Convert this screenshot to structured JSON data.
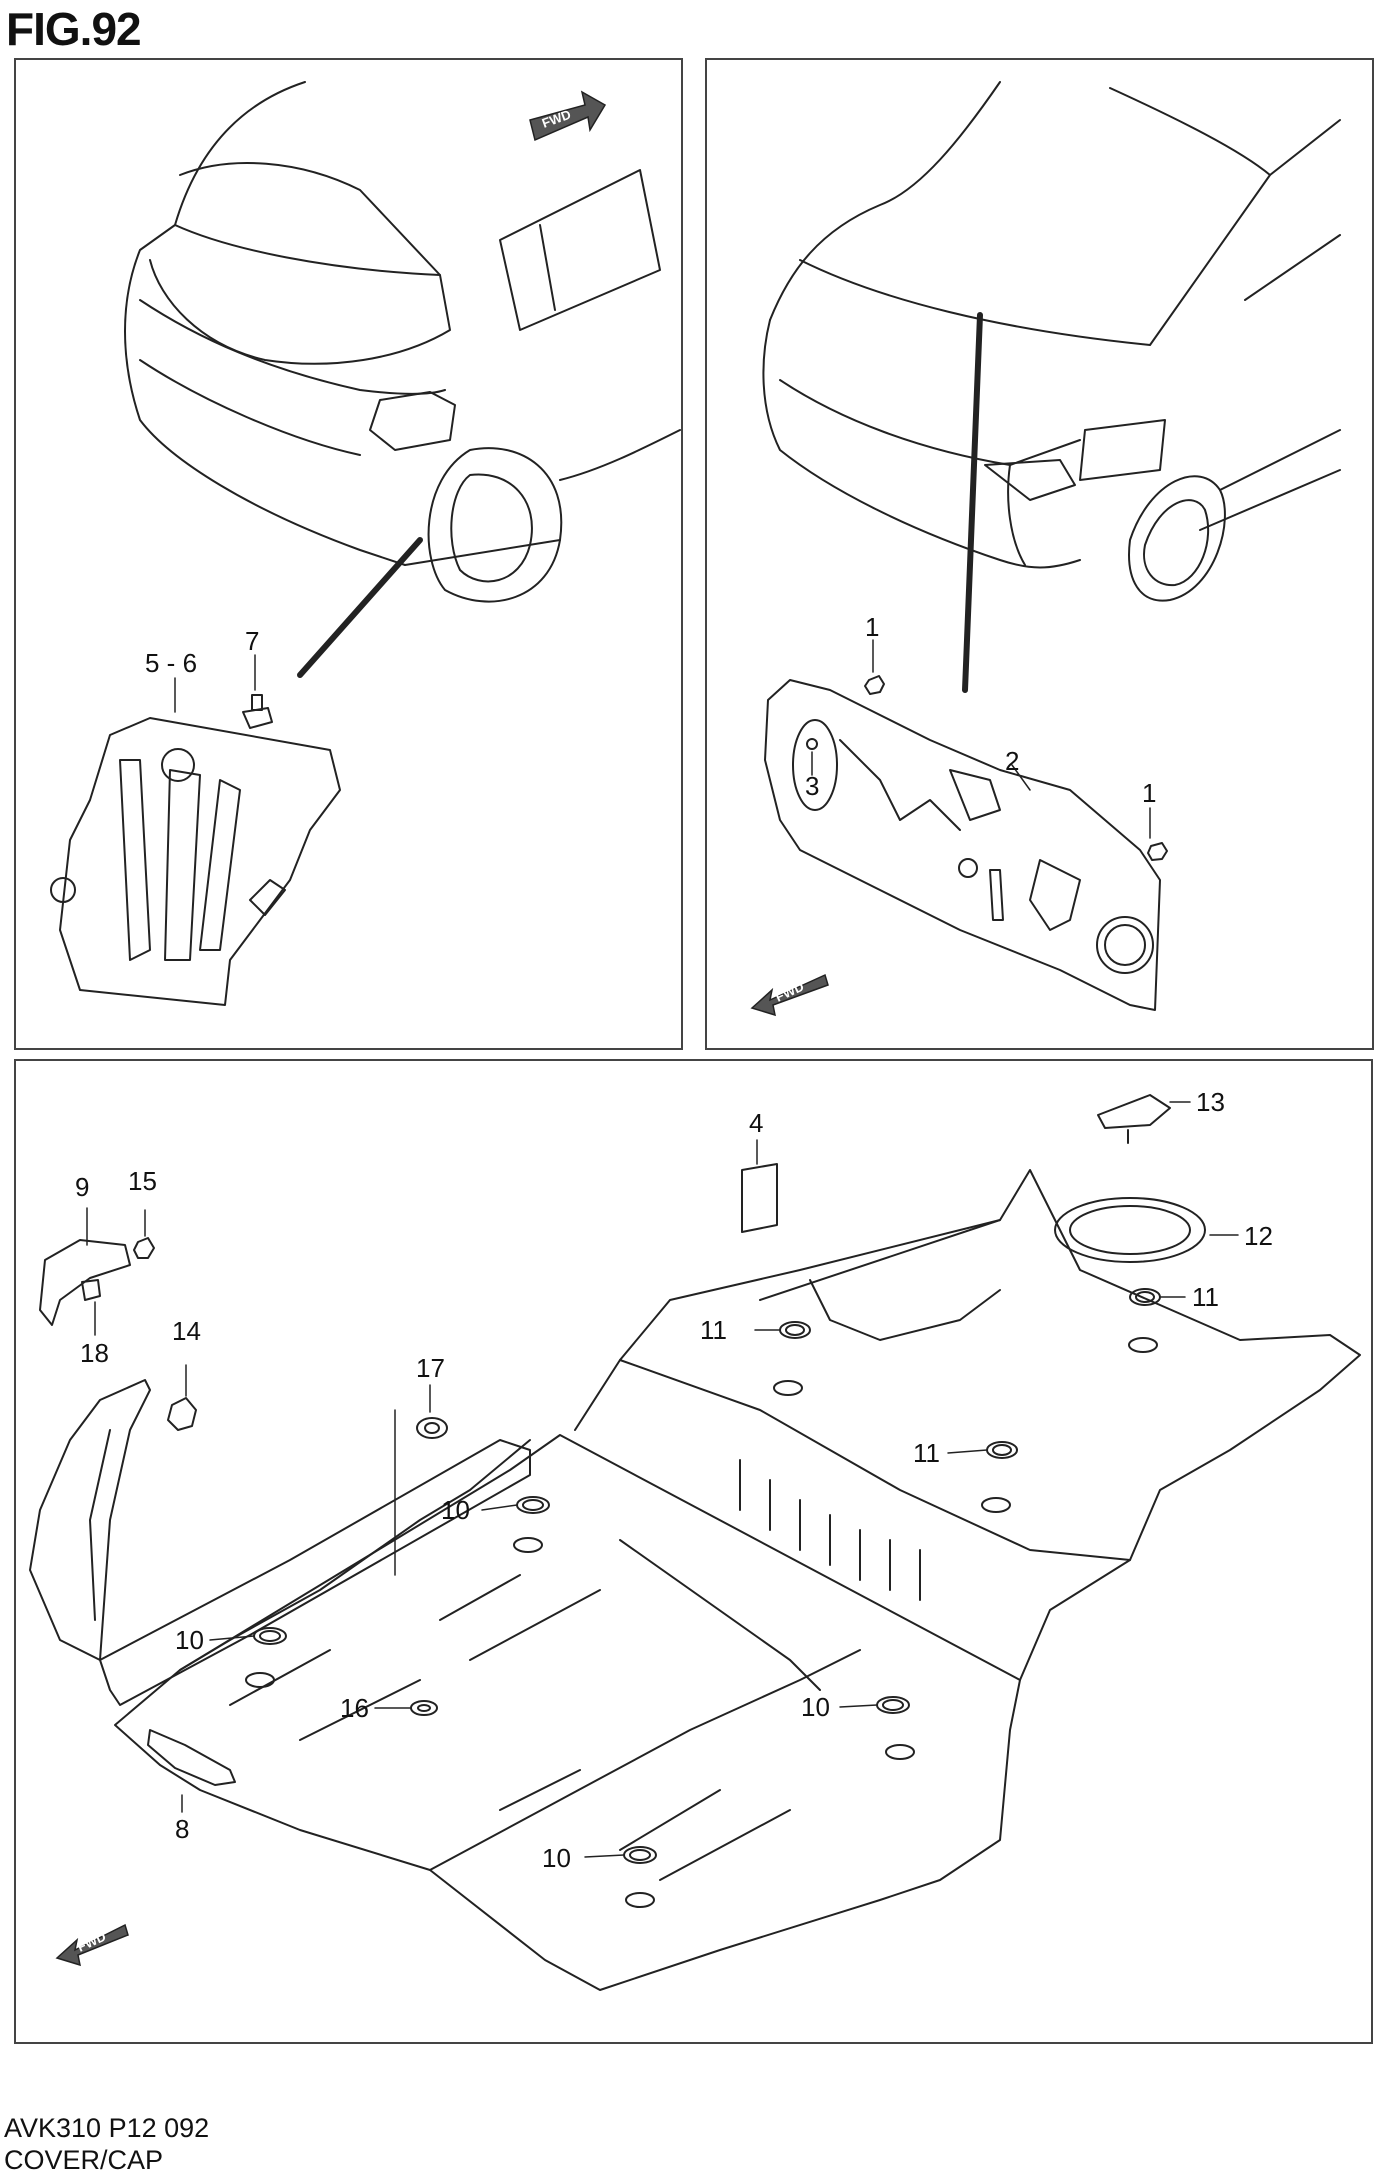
{
  "figure": {
    "title": "FIG.92",
    "code": "AVK310 P12 092",
    "name": "COVER/CAP"
  },
  "fwd_label": "FWD",
  "callouts": {
    "c5_6": "5 - 6",
    "c7": "7",
    "c1a": "1",
    "c1b": "1",
    "c2": "2",
    "c3": "3",
    "c4": "4",
    "c9": "9",
    "c15": "15",
    "c18": "18",
    "c14": "14",
    "c17": "17",
    "c13": "13",
    "c12": "12",
    "c11a": "11",
    "c11b": "11",
    "c11c": "11",
    "c10a": "10",
    "c10b": "10",
    "c10c": "10",
    "c10d": "10",
    "c16": "16",
    "c8": "8"
  }
}
